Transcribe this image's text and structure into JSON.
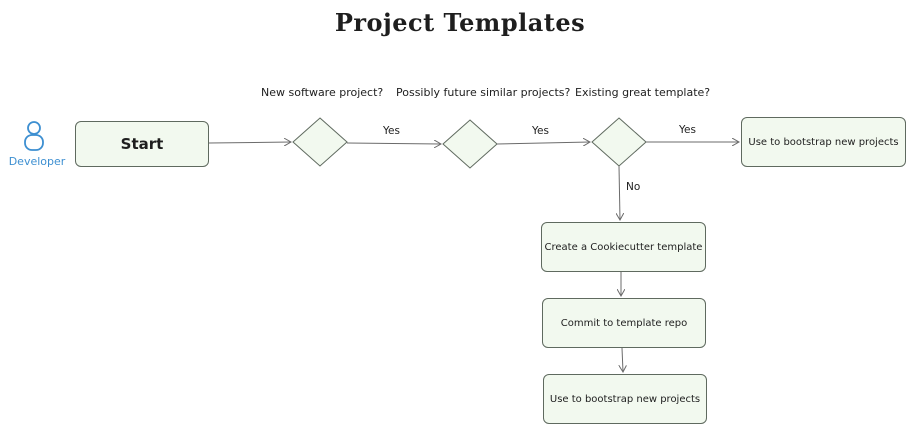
{
  "title": "Project Templates",
  "actor": {
    "label": "Developer",
    "icon": "person-icon",
    "color": "#3d8fd1"
  },
  "questions": {
    "q1": "New software project?",
    "q2": "Possibly future similar projects?",
    "q3": "Existing great template?"
  },
  "nodes": {
    "start": "Start",
    "use_bootstrap_top": "Use to bootstrap new projects",
    "create_template": "Create a Cookiecutter template",
    "commit_repo": "Commit to template repo",
    "use_bootstrap_bottom": "Use to bootstrap new projects"
  },
  "edges": {
    "yes1": "Yes",
    "yes2": "Yes",
    "yes3": "Yes",
    "no": "No"
  },
  "colors": {
    "node_fill": "#f2f9ef",
    "stroke": "#5f6a5f",
    "actor": "#3d8fd1"
  }
}
